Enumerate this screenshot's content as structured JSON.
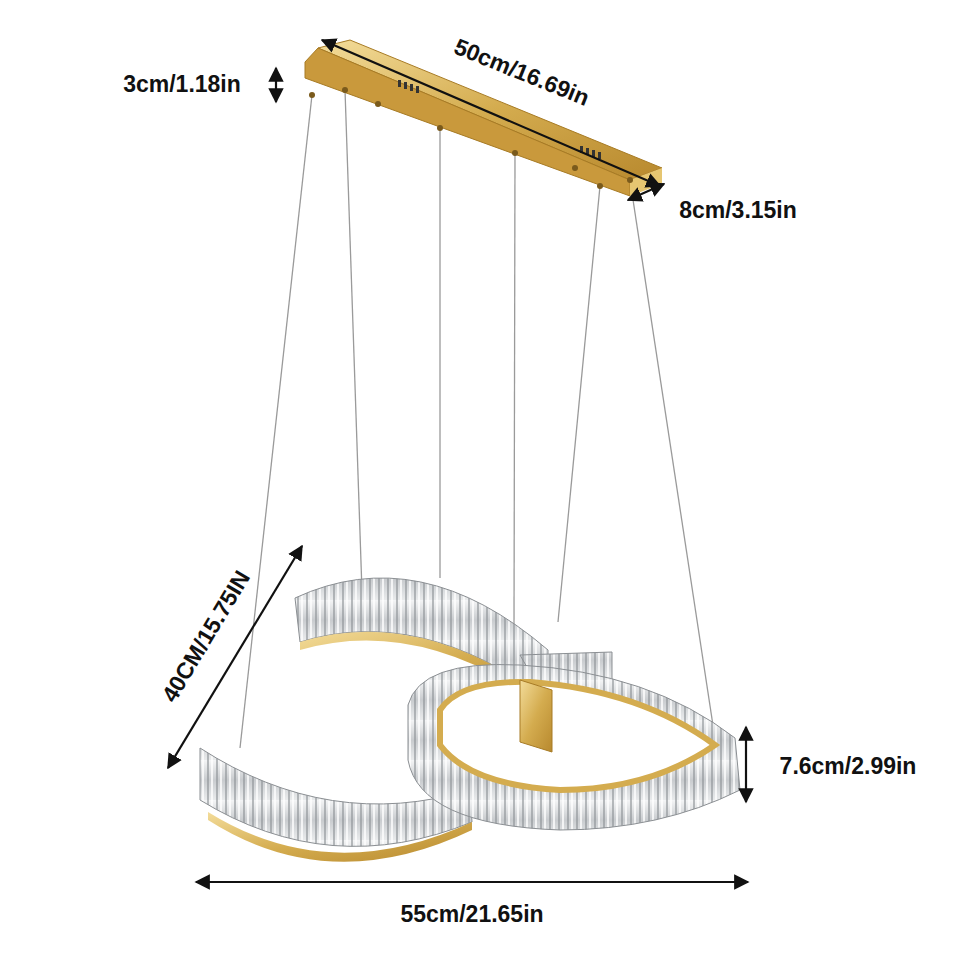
{
  "diagram": {
    "labels": [
      "3cm/1.18in",
      "50cm/16.69in",
      "8cm/3.15in",
      "40CM/15.75IN",
      "7.6cm/2.99in",
      "55cm/21.65in"
    ]
  }
}
